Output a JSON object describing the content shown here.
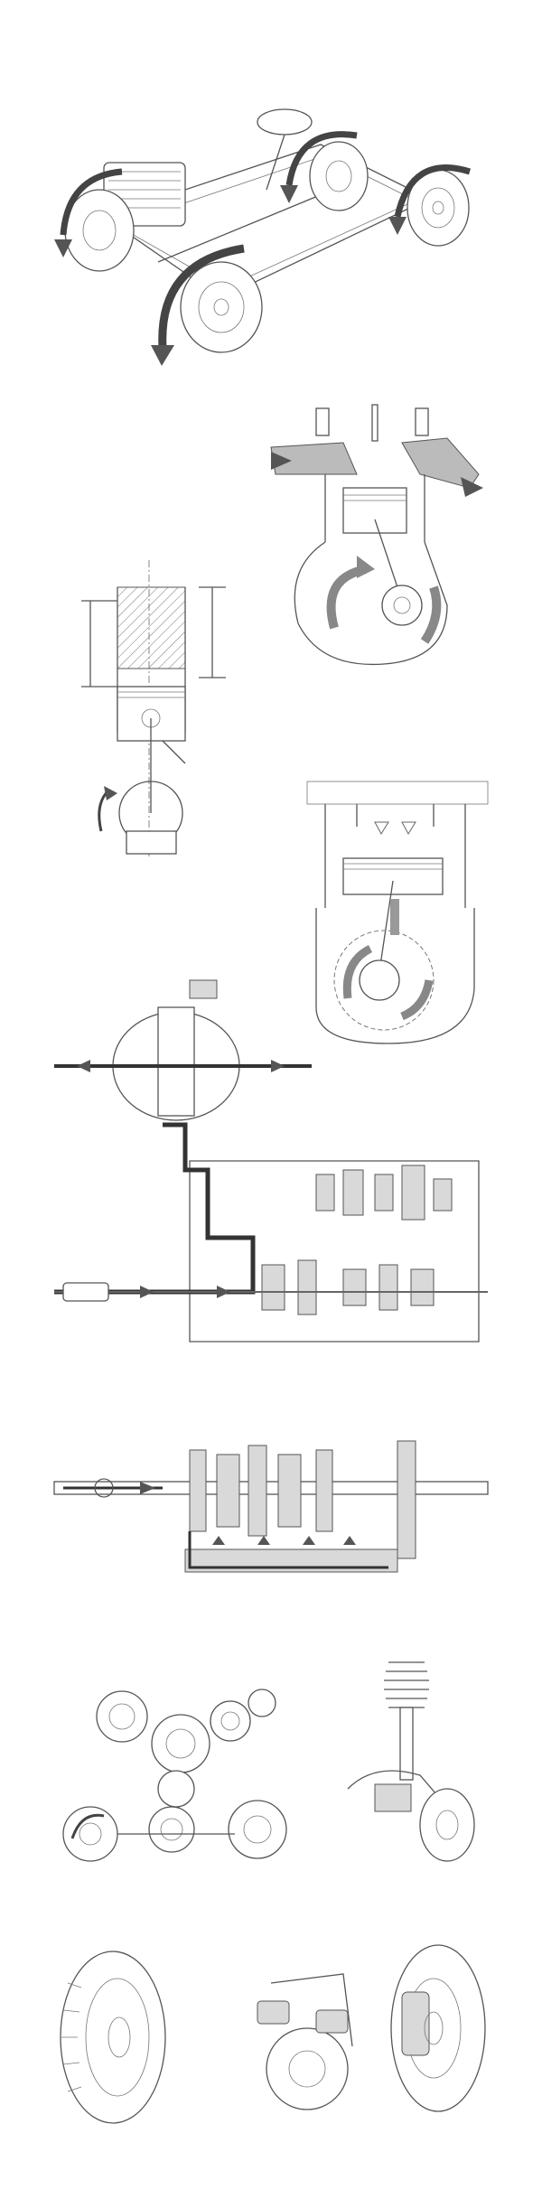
{
  "figures": [
    {
      "id": "chassis",
      "icon": "car-chassis-drivetrain-icon"
    },
    {
      "id": "engine-cylinder-cutaway",
      "icon": "engine-cylinder-icon"
    },
    {
      "id": "piston-stroke-dimension",
      "icon": "piston-stroke-icon"
    },
    {
      "id": "piston-crank-motion",
      "icon": "piston-crank-icon"
    },
    {
      "id": "transaxle-power-flow",
      "icon": "transaxle-icon"
    },
    {
      "id": "gearbox-shaft",
      "icon": "gearbox-shaft-icon"
    },
    {
      "id": "gear-train",
      "icon": "gear-train-icon"
    },
    {
      "id": "suspension-strut",
      "icon": "suspension-strut-icon"
    },
    {
      "id": "tire",
      "icon": "tire-icon"
    },
    {
      "id": "drum-brake",
      "icon": "drum-brake-icon"
    },
    {
      "id": "disc-brake",
      "icon": "disc-brake-icon"
    }
  ],
  "colors": {
    "line": "#555555",
    "fill": "#d9d9d9",
    "arrow": "#444444",
    "background": "#ffffff"
  }
}
